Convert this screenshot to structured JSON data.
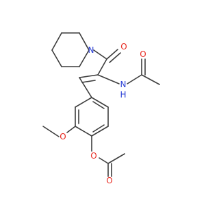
{
  "molecule": {
    "atom_labels": {
      "carbonyl_oxygen": "O",
      "piperidine_nitrogen": "N",
      "amide_nitrogen": "N",
      "amide_hydrogen": "H",
      "acetamide_oxygen": "O",
      "methoxy_oxygen": "O",
      "ester_oxygen": "O",
      "ester_carbonyl_oxygen": "O"
    },
    "colors": {
      "bond": "#3c3c3c",
      "oxygen": "#e8281f",
      "nitrogen": "#2a3fd6"
    }
  }
}
